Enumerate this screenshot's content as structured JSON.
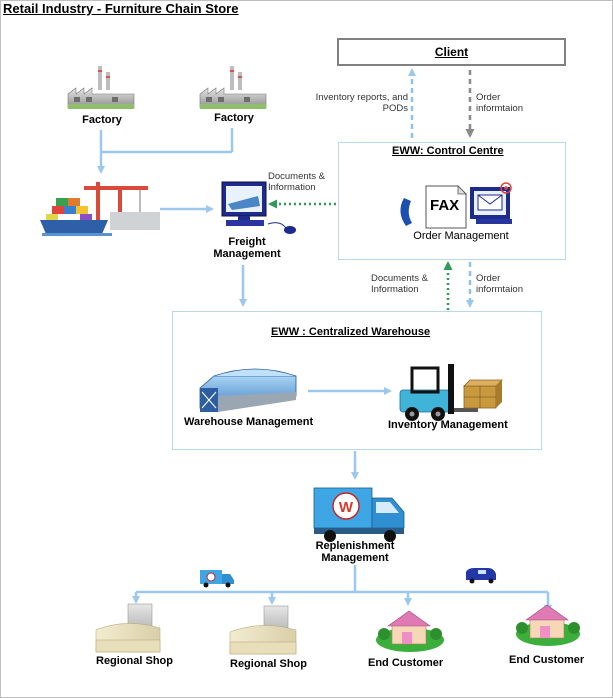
{
  "title": "Retail Industry - Furniture Chain Store",
  "client": {
    "label": "Client"
  },
  "factories": [
    {
      "label": "Factory"
    },
    {
      "label": "Factory"
    }
  ],
  "freight": {
    "label": "Freight\nManagement"
  },
  "control_centre": {
    "title": "EWW: Control Centre",
    "fax_text": "FAX",
    "order_management": "Order Management"
  },
  "warehouse": {
    "title": "EWW : Centralized Warehouse",
    "warehouse_management": "Warehouse Management",
    "inventory_management": "Inventory Management"
  },
  "replenishment": {
    "label": "Replenishment\nManagement"
  },
  "truck_logo": "W",
  "flows": {
    "inventory_reports": "Inventory reports, and\nPODs",
    "order_info_top": "Order\ninformtaion",
    "documents_info_left": "Documents &\nInformation",
    "documents_info_bottom": "Documents &\nInformation",
    "order_info_bottom": "Order\ninformtaion"
  },
  "destinations": [
    {
      "label": "Regional Shop"
    },
    {
      "label": "Regional Shop"
    },
    {
      "label": "End Customer"
    },
    {
      "label": "End Customer"
    }
  ],
  "colors": {
    "arrow_blue": "#9cc8ee",
    "arrow_dash_blue": "#8ec2ee",
    "arrow_gray": "#8a8a8a",
    "arrow_green": "#2e9a56",
    "panel_border": "#b8d7ee"
  }
}
